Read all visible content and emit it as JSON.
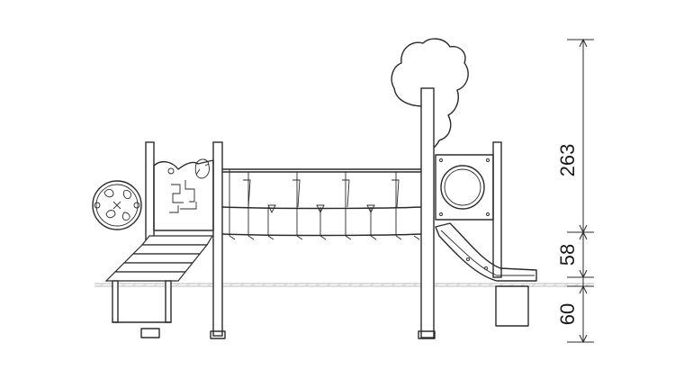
{
  "dimensions": {
    "total_height": "263",
    "platform_height": "58",
    "foundation_depth": "60"
  },
  "colors": {
    "line": "#2b2b2b",
    "ground": "#b9b9b9",
    "background": "#ffffff"
  }
}
